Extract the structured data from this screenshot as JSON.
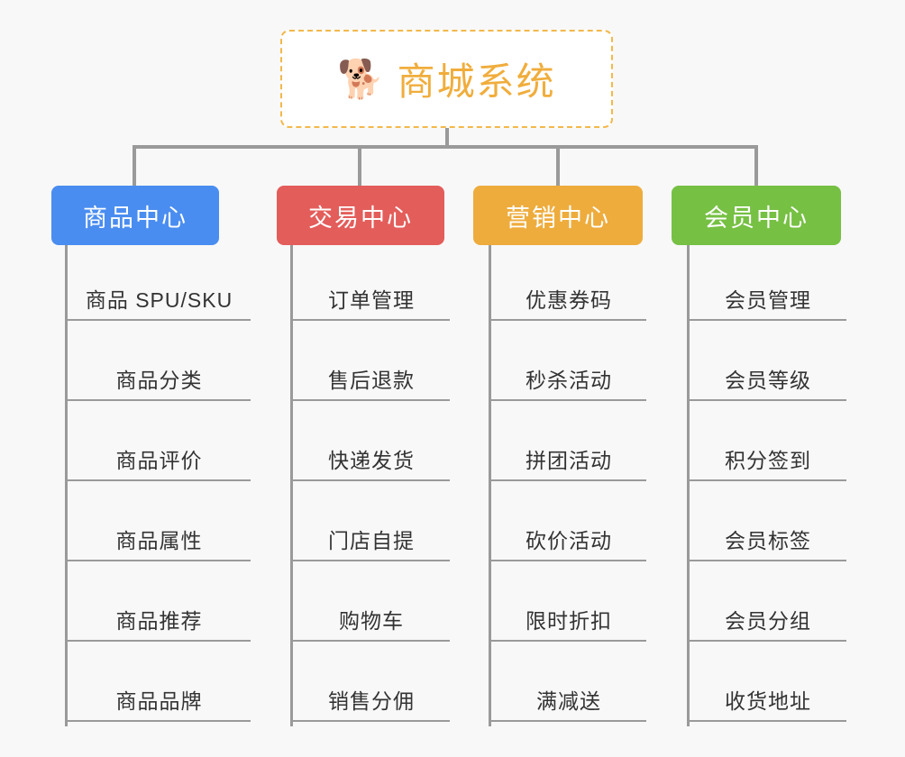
{
  "diagram": {
    "title": "商城系统",
    "root_icon": "shiba-dog-face-icon",
    "root_icon_glyph": "🐕",
    "background_color": "#f8f8f8",
    "connector_color": "#9a9a9a",
    "root_border_color": "#f2b84b",
    "root_text_color": "#f0ad3c",
    "columns": [
      {
        "label": "商品中心",
        "color": "#4a8df0",
        "items": [
          "商品 SPU/SKU",
          "商品分类",
          "商品评价",
          "商品属性",
          "商品推荐",
          "商品品牌"
        ]
      },
      {
        "label": "交易中心",
        "color": "#e35d5b",
        "items": [
          "订单管理",
          "售后退款",
          "快递发货",
          "门店自提",
          "购物车",
          "销售分佣"
        ]
      },
      {
        "label": "营销中心",
        "color": "#eeac3d",
        "items": [
          "优惠券码",
          "秒杀活动",
          "拼团活动",
          "砍价活动",
          "限时折扣",
          "满减送"
        ]
      },
      {
        "label": "会员中心",
        "color": "#75c councils"
      }
    ]
  }
}
